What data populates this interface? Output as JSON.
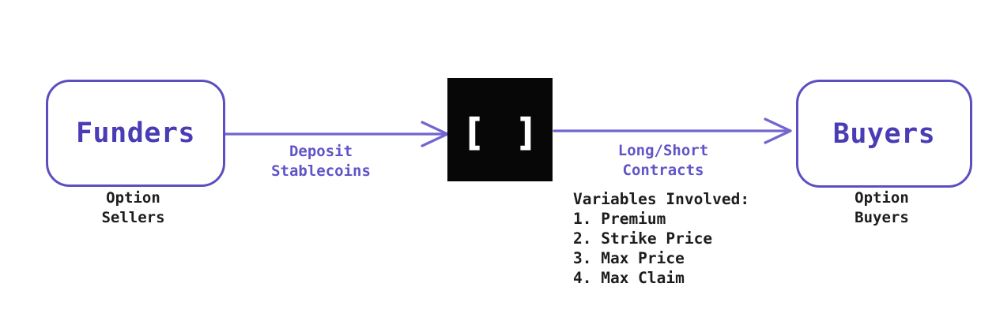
{
  "colors": {
    "background": "#ffffff",
    "purple_border": "#5b4fc0",
    "purple_node_text": "#4a3cb4",
    "purple_label_text": "#6055c8",
    "arrow": "#7166cf",
    "black_box": "#070707",
    "bracket_color": "#ffffff",
    "dark_text": "#1d1d1d"
  },
  "nodes": {
    "funders": {
      "label": "Funders",
      "caption": "Option\nSellers"
    },
    "protocol": {
      "icon_glyph": "[ ]"
    },
    "buyers": {
      "label": "Buyers",
      "caption": "Option\nBuyers"
    }
  },
  "arrows": {
    "deposit": {
      "label": "Deposit\nStablecoins"
    },
    "contracts": {
      "label": "Long/Short\nContracts"
    }
  },
  "variables": {
    "heading": "Variables Involved:",
    "items": [
      "1. Premium",
      "2. Strike Price",
      "3. Max Price",
      "4. Max Claim"
    ]
  }
}
